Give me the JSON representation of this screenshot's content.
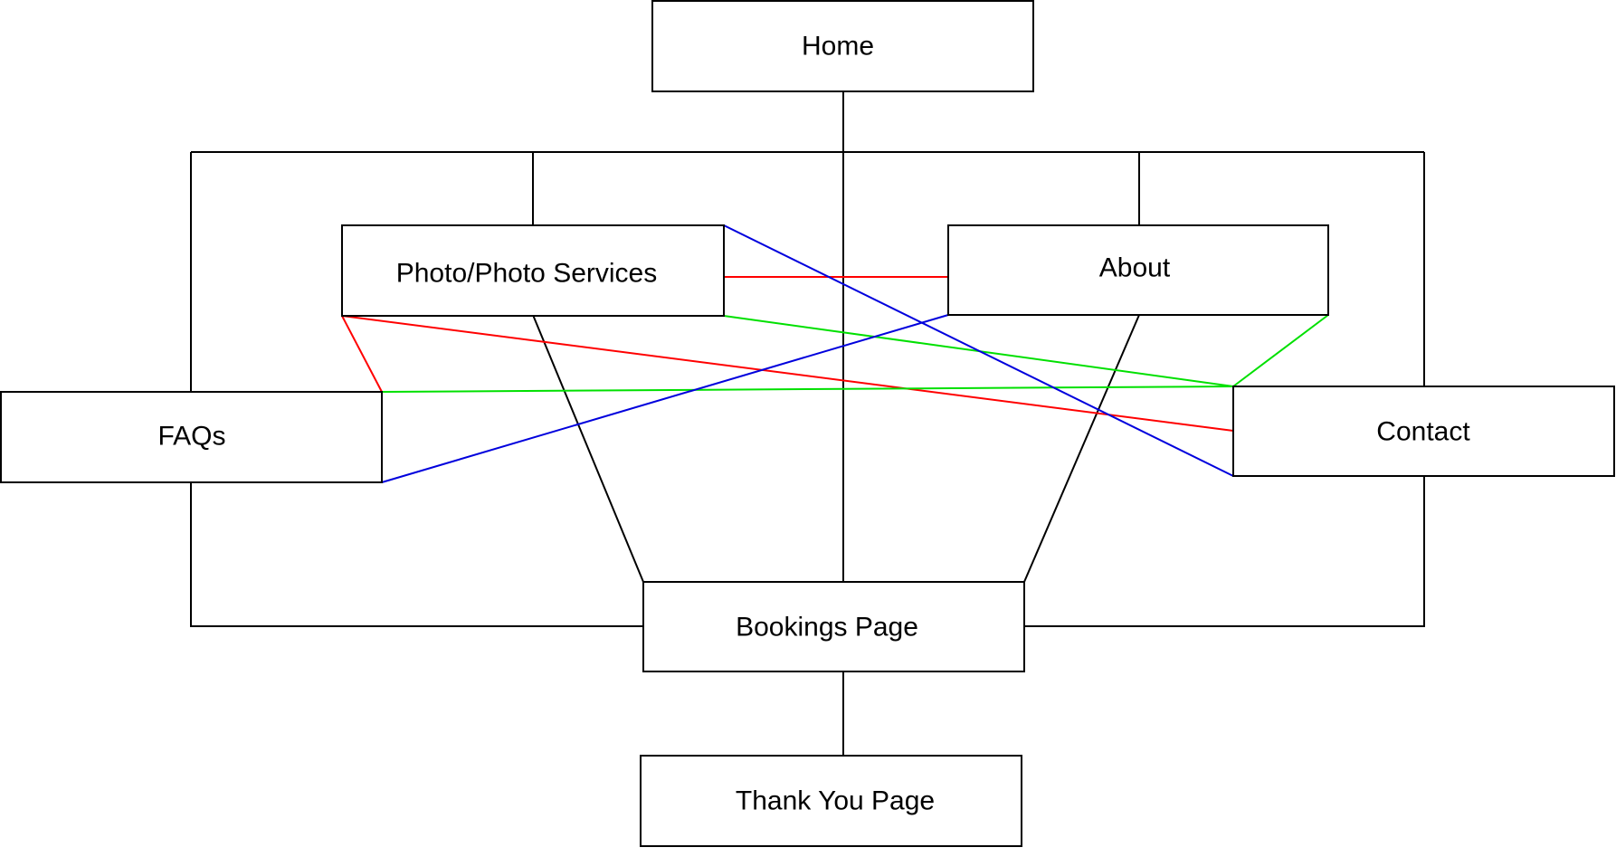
{
  "diagram": {
    "colors": {
      "black": "#000000",
      "red": "#ff0000",
      "green": "#00e000",
      "blue": "#0000dd"
    },
    "nodes": {
      "home": {
        "label": "Home"
      },
      "photo_services": {
        "label": "Photo/Photo Services"
      },
      "about": {
        "label": "About"
      },
      "faqs": {
        "label": "FAQs"
      },
      "contact": {
        "label": "Contact"
      },
      "bookings": {
        "label": "Bookings Page"
      },
      "thank_you": {
        "label": "Thank You Page"
      }
    }
  }
}
